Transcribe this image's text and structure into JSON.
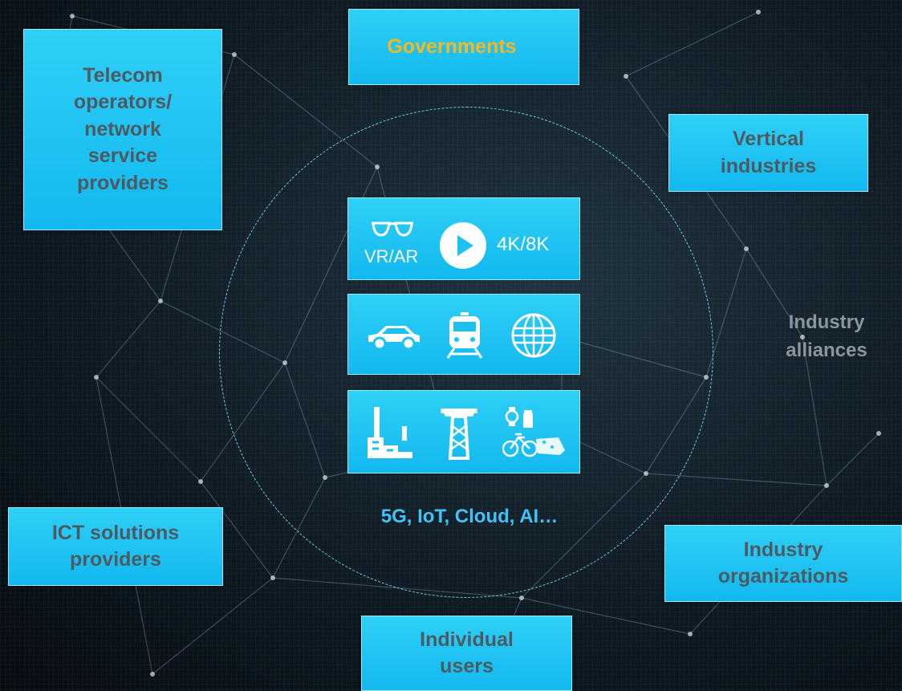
{
  "stakeholders": {
    "governments": "Governments",
    "telecom": [
      "Telecom",
      "operators/",
      "network",
      "service",
      "providers"
    ],
    "vertical": [
      "Vertical",
      "industries"
    ],
    "industry_alliances": [
      "Industry",
      "alliances"
    ],
    "ict": [
      "ICT solutions",
      "providers"
    ],
    "industry_orgs": [
      "Industry",
      "organizations"
    ],
    "individual": [
      "Individual",
      "users"
    ]
  },
  "center": {
    "media_labels": {
      "vr": "VR/AR",
      "resolution": "4K/8K"
    },
    "technologies": "5G, IoT, Cloud, AI…"
  },
  "icons": {
    "row1": [
      "vr-glasses-icon",
      "play-icon"
    ],
    "row2": [
      "car-icon",
      "train-icon",
      "globe-icon"
    ],
    "row3": [
      "factory-icon",
      "power-tower-icon",
      "watch-bottle-bike-icon"
    ]
  },
  "colors": {
    "box_fill": "#1cc2f2",
    "box_text": "#4e5a63",
    "governments_text": "#f6b722",
    "tech_text": "#3fc3f6",
    "muted_text": "#8c959b",
    "ring": "#5fd6e6"
  }
}
